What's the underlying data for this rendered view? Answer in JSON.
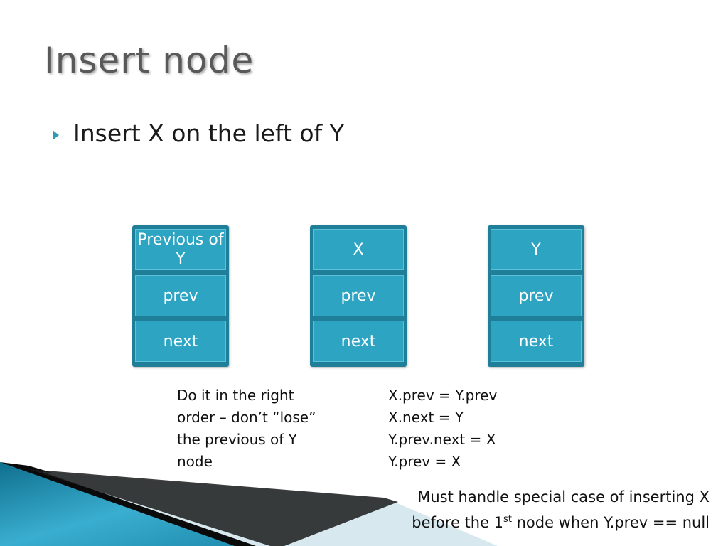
{
  "slide": {
    "title": "Insert node",
    "bullet": "Insert X on the left of Y"
  },
  "nodes": [
    {
      "label": "Previous of Y",
      "prev_label": "prev",
      "next_label": "next"
    },
    {
      "label": "X",
      "prev_label": "prev",
      "next_label": "next"
    },
    {
      "label": "Y",
      "prev_label": "prev",
      "next_label": "next"
    }
  ],
  "notes": {
    "left": [
      "Do it in the right",
      "order – don’t “lose”",
      "the previous of Y",
      "node"
    ],
    "right": [
      "X.prev = Y.prev",
      "X.next = Y",
      "Y.prev.next = X",
      "Y.prev = X"
    ]
  },
  "bottom_note": {
    "line1": "Must handle special case of inserting X",
    "line2_pre": "before the 1",
    "line2_sup": "st",
    "line2_post": " node when Y.prev == null"
  },
  "colors": {
    "cell": "#2ea4c3",
    "node_border": "#1f7f98",
    "bullet": "#2e9ab8",
    "title": "#595959"
  }
}
